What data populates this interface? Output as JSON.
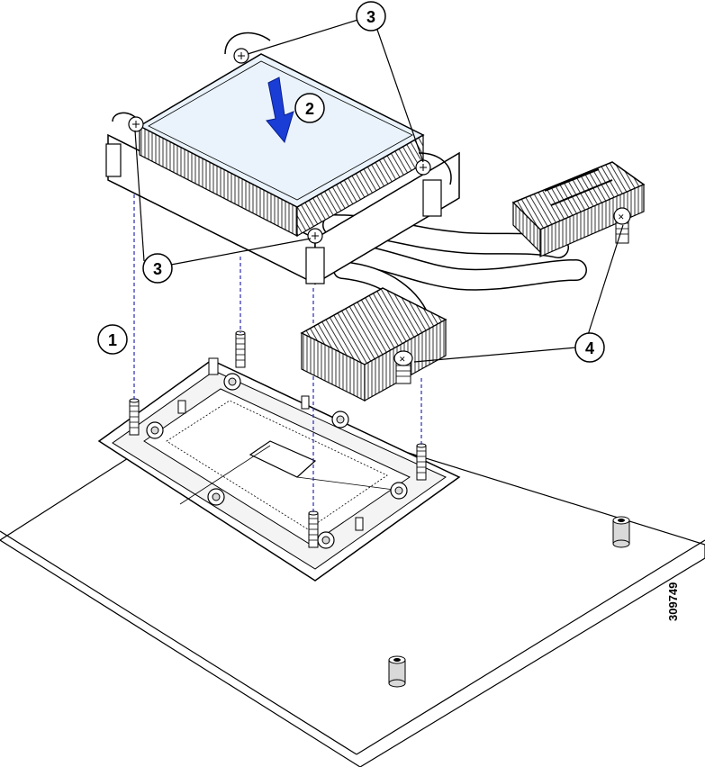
{
  "diagram": {
    "figure_id": "309749",
    "callouts": [
      {
        "label": "1",
        "meaning": ""
      },
      {
        "label": "2",
        "meaning": ""
      },
      {
        "label": "3",
        "meaning": ""
      },
      {
        "label": "3",
        "meaning": ""
      },
      {
        "label": "4",
        "meaning": ""
      }
    ],
    "arrow_color": "#1a3dd6",
    "guide_line_color": "#2a2ab0",
    "line_color": "#000000",
    "fill_color": "#ffffff",
    "shade_color": "#d9d9d9"
  }
}
